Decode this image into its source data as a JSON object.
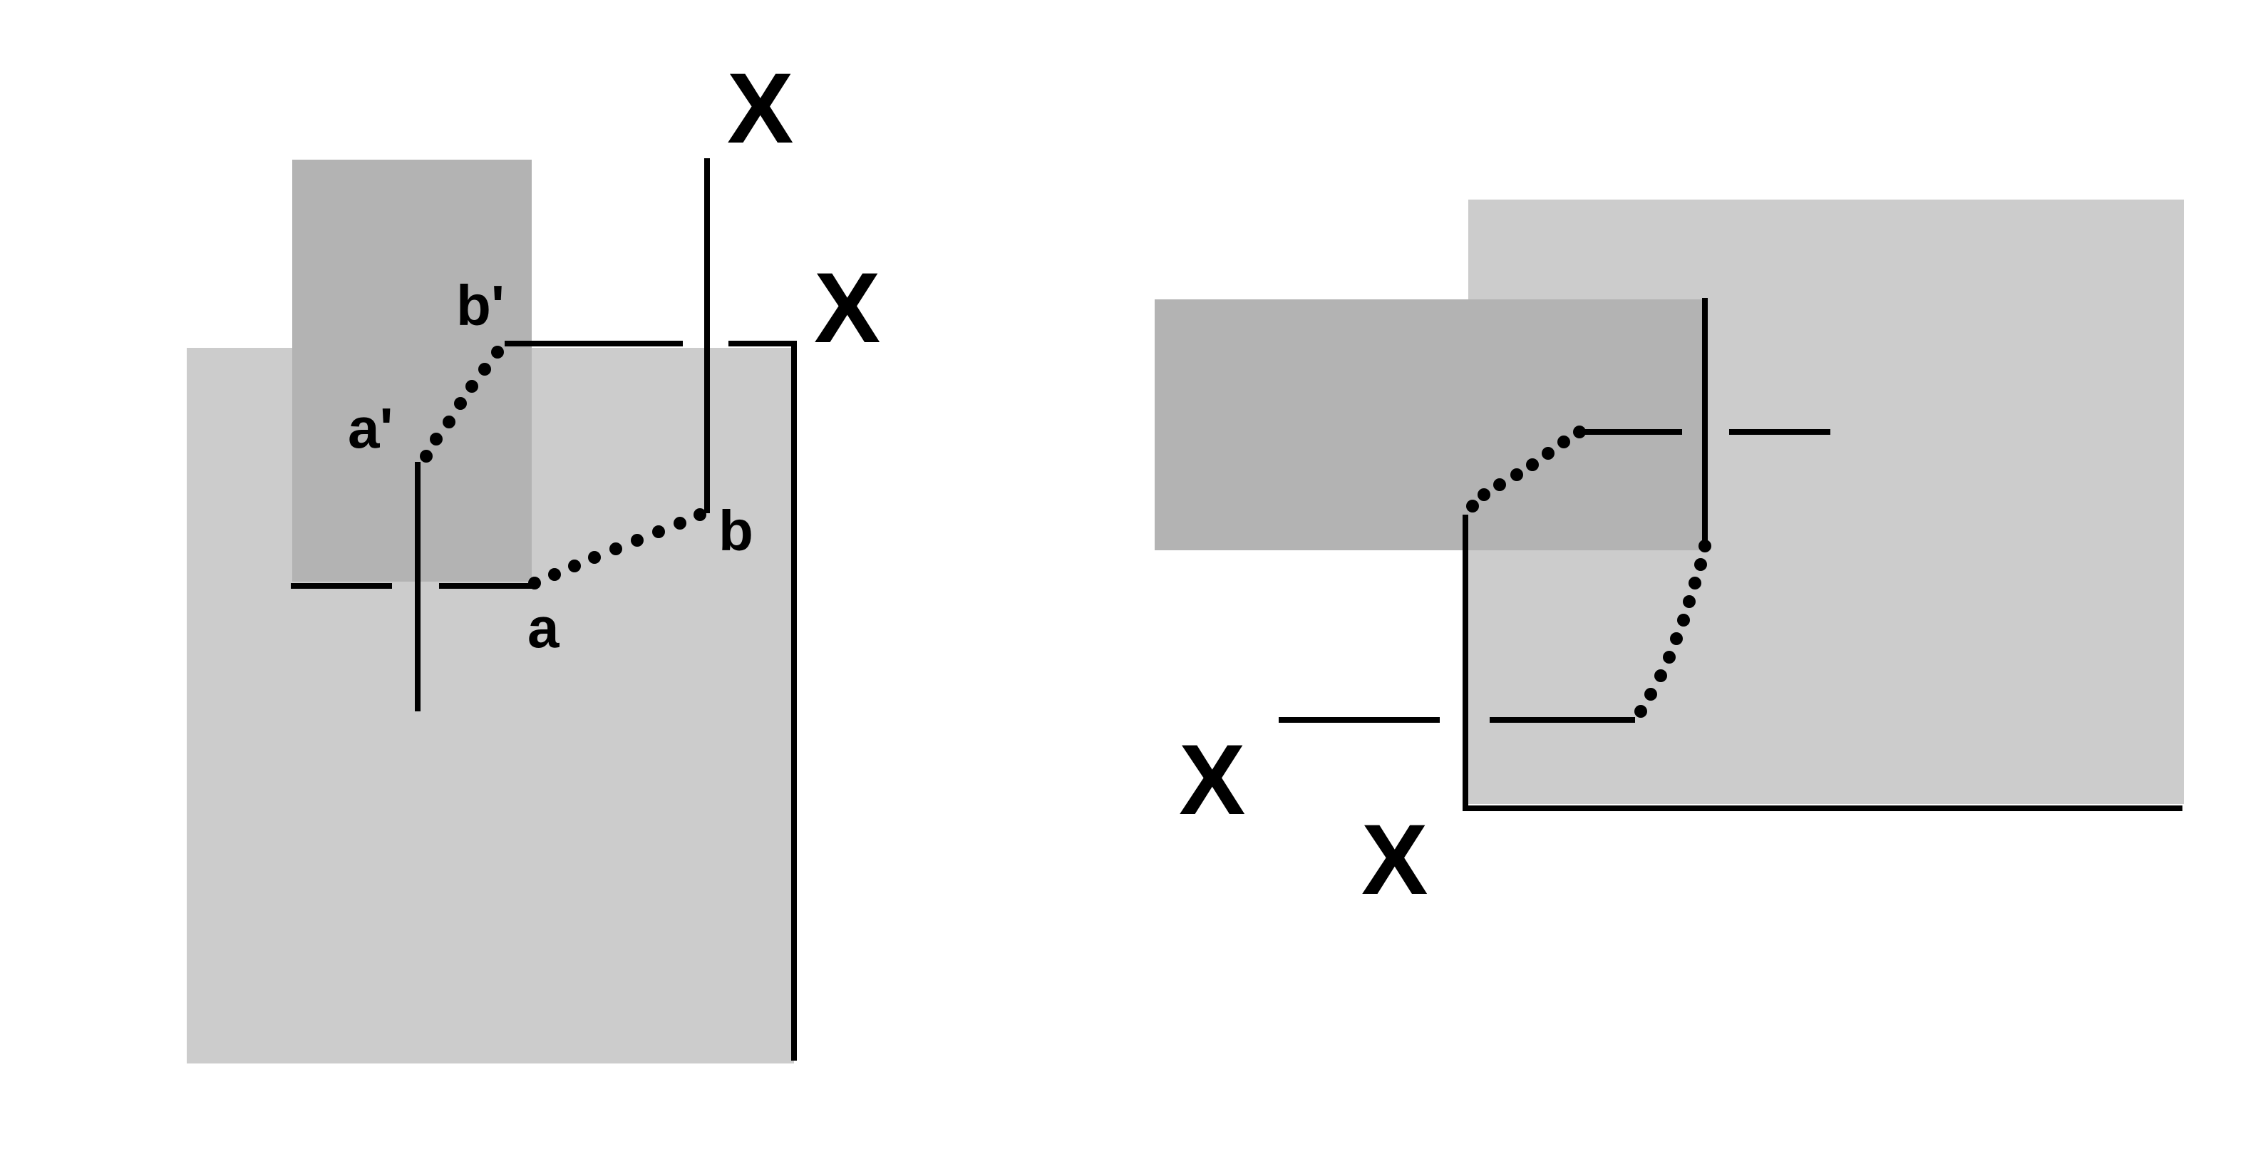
{
  "colors": {
    "light_region": "#cccccc",
    "dark_region": "#b3b3b3",
    "line": "#000000",
    "background": "#ffffff"
  },
  "left_panel": {
    "x_label_top": "X",
    "x_label_right": "X",
    "point_a": "a",
    "point_a_prime": "a'",
    "point_b": "b",
    "point_b_prime": "b'"
  },
  "right_panel": {
    "x_label_left": "X",
    "x_label_bottom": "X"
  }
}
